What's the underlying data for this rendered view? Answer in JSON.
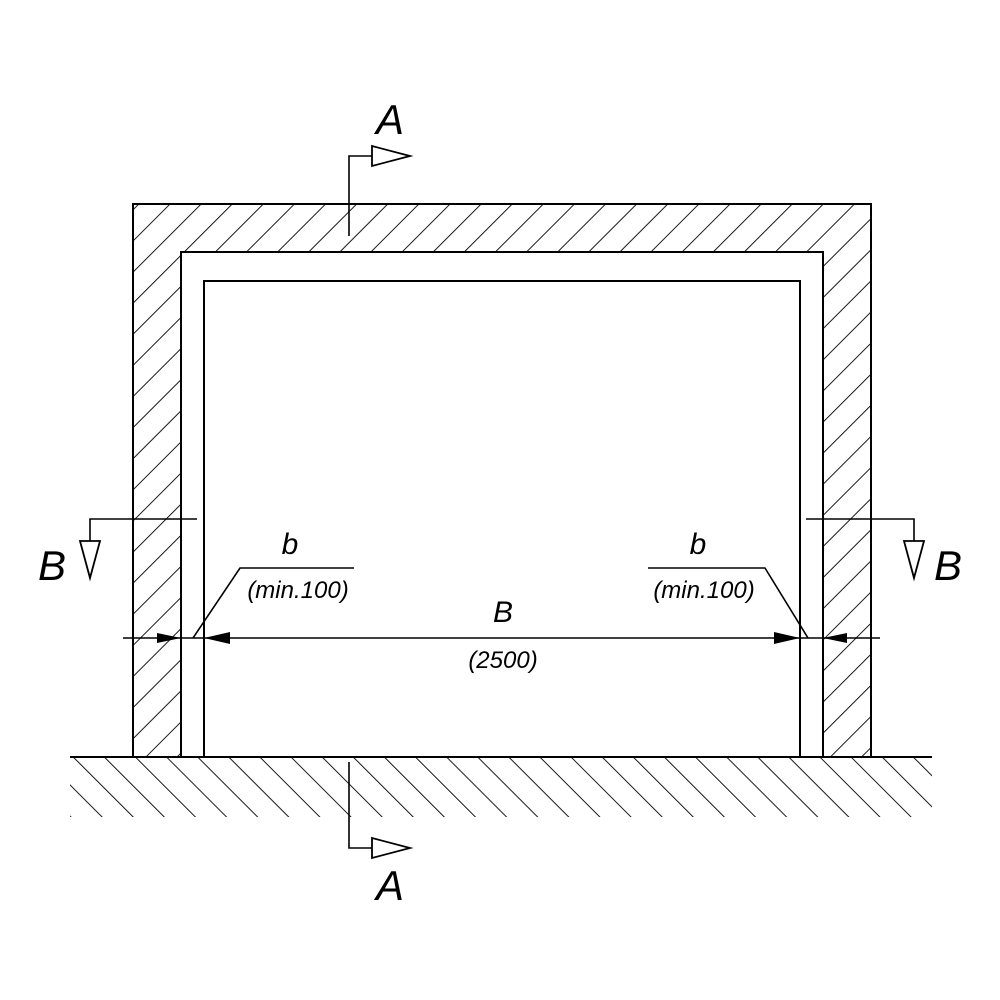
{
  "diagram": {
    "section_a": {
      "label_top": "A",
      "label_bottom": "A"
    },
    "section_b": {
      "label_left": "B",
      "label_right": "B"
    },
    "side_clearance_left": {
      "symbol": "b",
      "value": "(min.100)"
    },
    "side_clearance_right": {
      "symbol": "b",
      "value": "(min.100)"
    },
    "opening_width": {
      "symbol": "B",
      "value": "(2500)"
    }
  },
  "colors": {
    "stroke": "#000000",
    "background": "#ffffff"
  }
}
